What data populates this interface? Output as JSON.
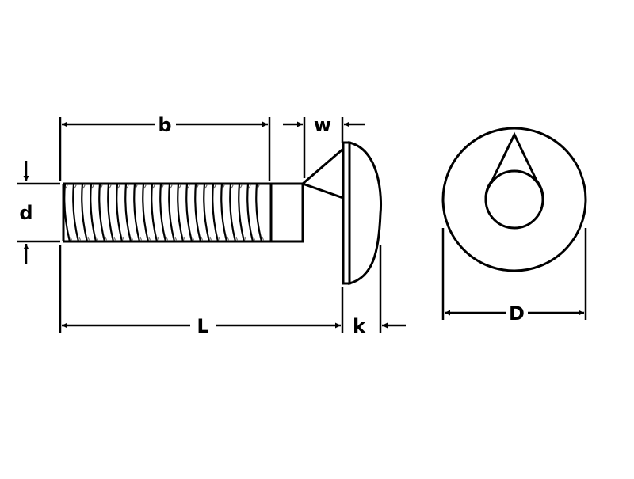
{
  "labels": {
    "b": "b",
    "w": "w",
    "d": "d",
    "L": "L",
    "k": "k",
    "D": "D"
  },
  "colors": {
    "line": "#000000",
    "background": "#ffffff"
  }
}
